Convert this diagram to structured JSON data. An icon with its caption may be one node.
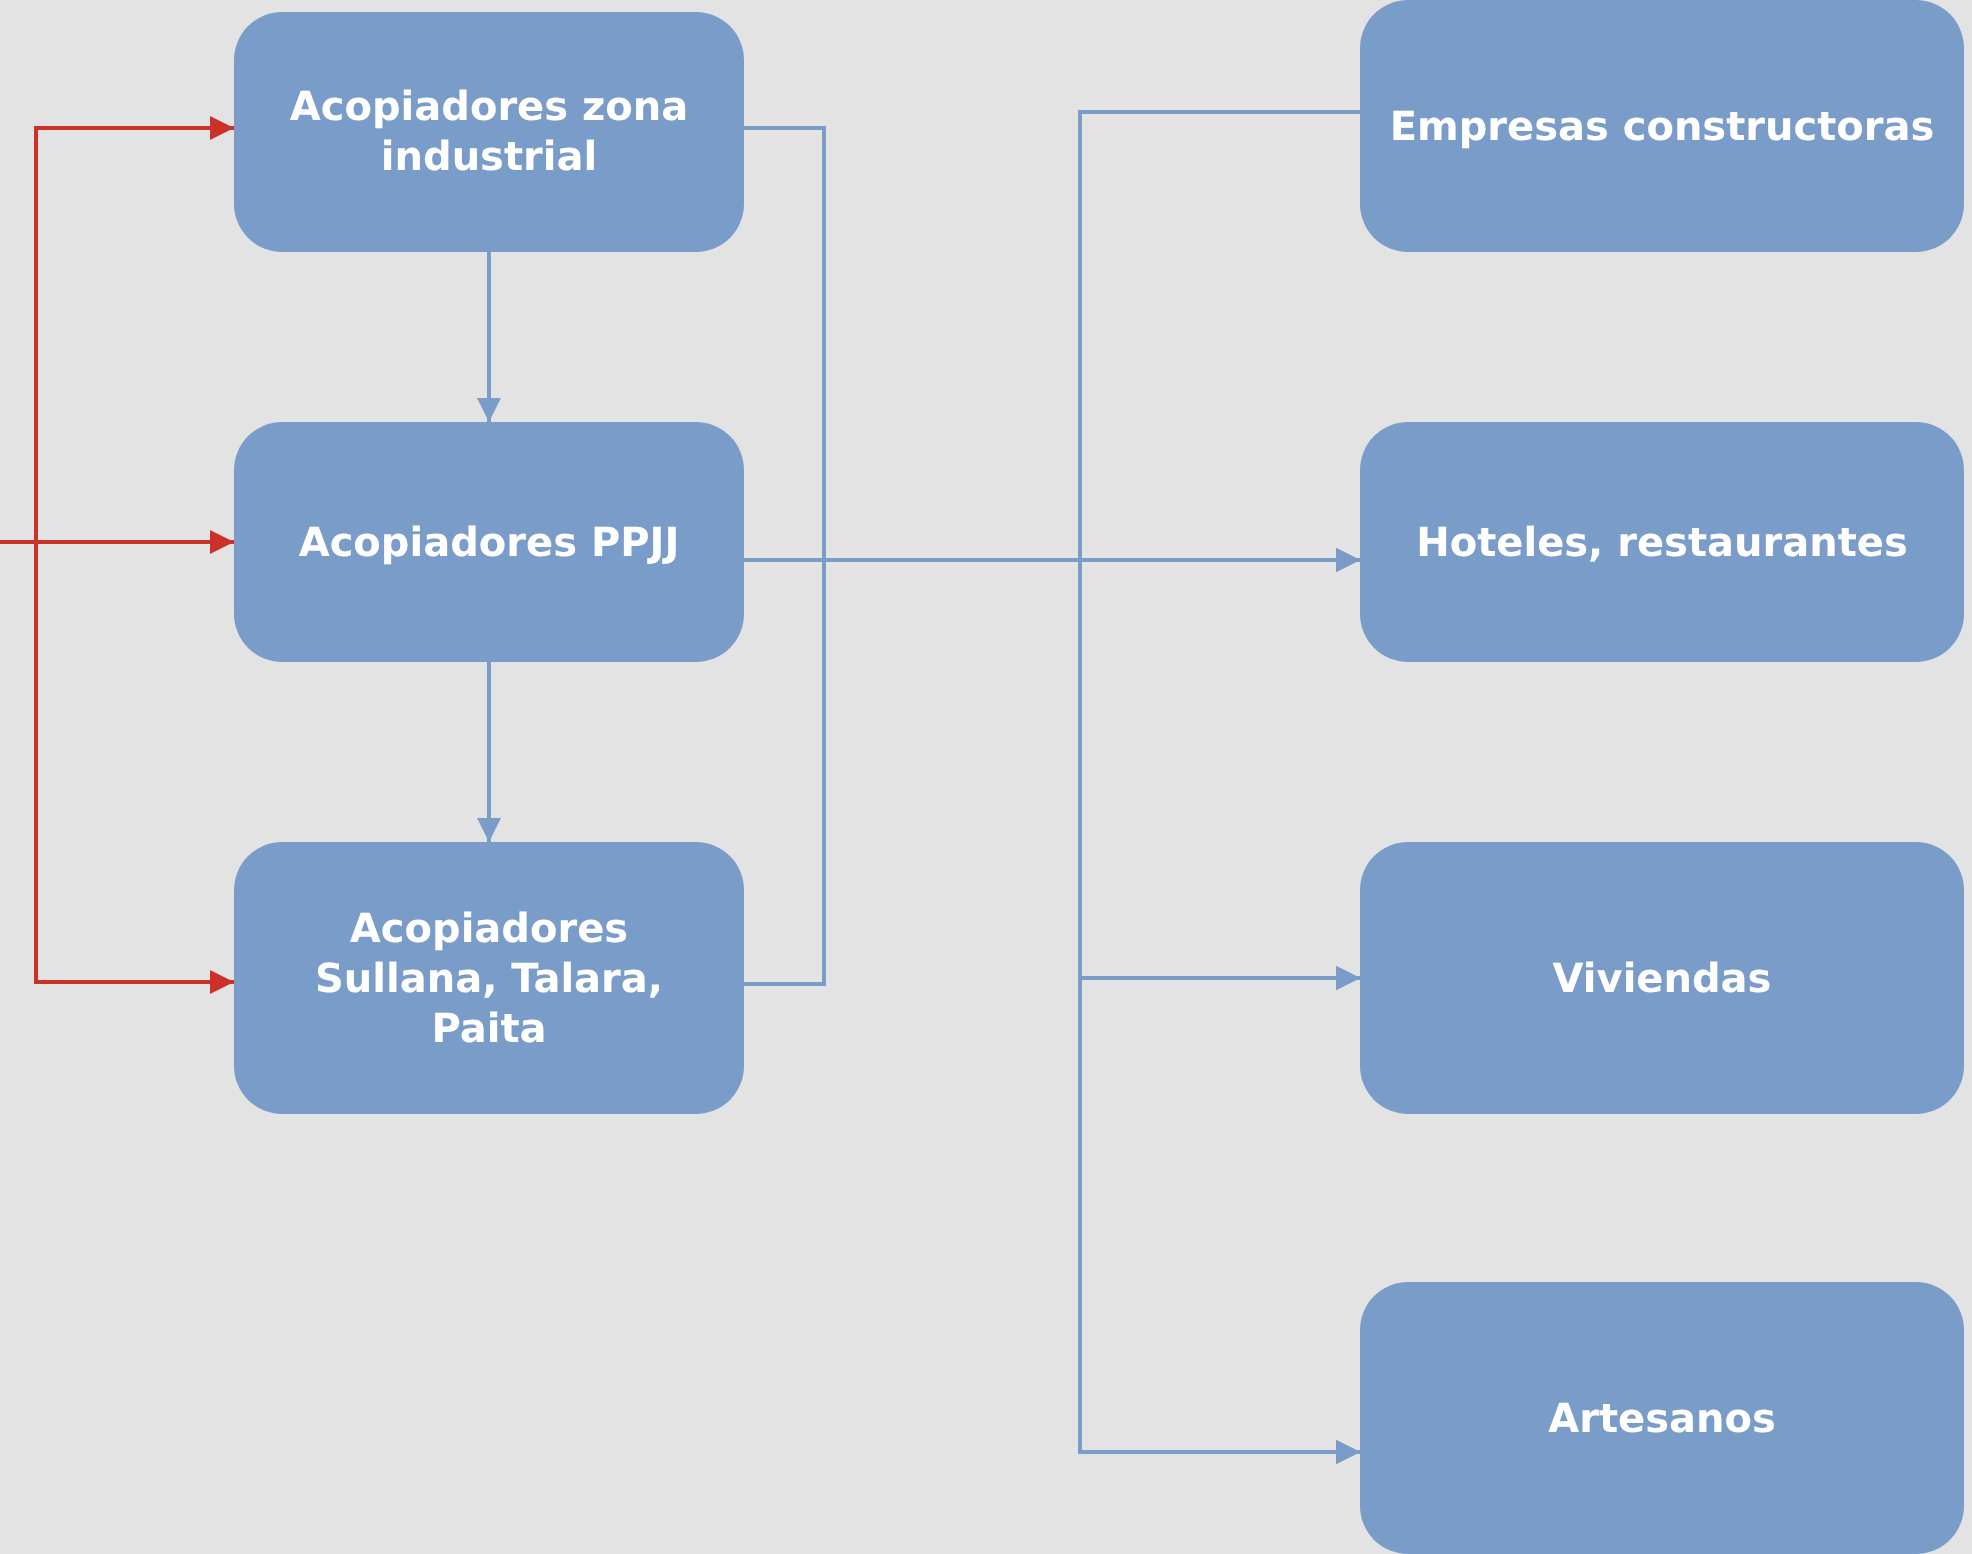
{
  "diagram": {
    "nodes": [
      {
        "text": [
          "Acopiadores zona industrial"
        ]
      },
      {
        "text": [
          "Acopiadores PPJJ"
        ]
      },
      {
        "text": [
          "Acopiadores Sullana, Talara, Paita"
        ]
      },
      {
        "text": [
          "Empresas constructoras"
        ]
      },
      {
        "text": [
          "Hoteles, restaurantes"
        ]
      },
      {
        "text": [
          "Viviendas"
        ]
      },
      {
        "text": [
          "Artesanos"
        ]
      }
    ],
    "edges": [
      {
        "from": null,
        "to": 0,
        "arrow": "to",
        "color": "#cc3129"
      },
      {
        "from": null,
        "to": 1,
        "arrow": "to",
        "color": "#cc3129"
      },
      {
        "from": null,
        "to": 2,
        "arrow": "to",
        "color": "#cc3129"
      },
      {
        "from": 0,
        "to": 1,
        "arrow": "to"
      },
      {
        "from": 1,
        "to": 2,
        "arrow": "to"
      },
      {
        "from": 0,
        "to": 3,
        "arrow": "none"
      },
      {
        "from": 0,
        "to": 4,
        "arrow": "to"
      },
      {
        "from": 0,
        "to": 5,
        "arrow": "to"
      },
      {
        "from": 0,
        "to": 6,
        "arrow": "to"
      },
      {
        "from": 1,
        "to": 3,
        "arrow": "none"
      },
      {
        "from": 1,
        "to": 4,
        "arrow": "to"
      },
      {
        "from": 1,
        "to": 5,
        "arrow": "to"
      },
      {
        "from": 1,
        "to": 6,
        "arrow": "to"
      },
      {
        "from": 2,
        "to": 3,
        "arrow": "none"
      },
      {
        "from": 2,
        "to": 4,
        "arrow": "to"
      },
      {
        "from": 2,
        "to": 5,
        "arrow": "to"
      },
      {
        "from": 2,
        "to": 6,
        "arrow": "to"
      }
    ]
  }
}
